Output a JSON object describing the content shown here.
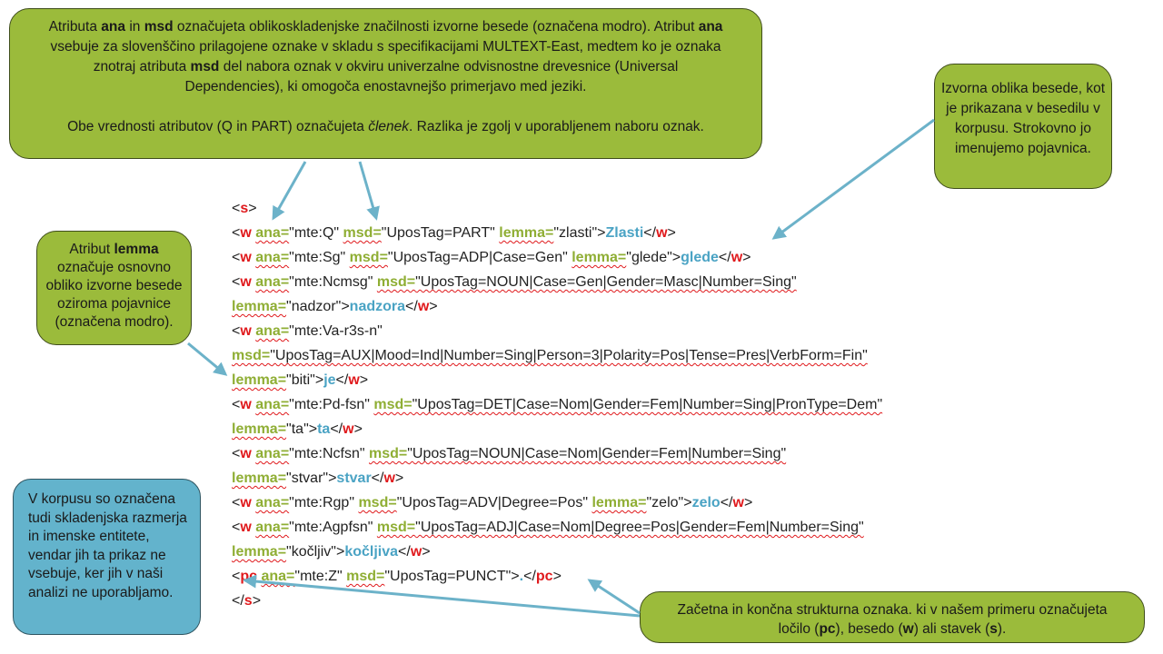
{
  "top_note": {
    "p1": [
      {
        "t": "Atributa ",
        "b": false
      },
      {
        "t": "ana",
        "b": true
      },
      {
        "t": " in ",
        "b": false
      },
      {
        "t": "msd",
        "b": true
      },
      {
        "t": " označujeta oblikoskladenjske značilnosti izvorne besede (označena modro). Atribut ",
        "b": false
      },
      {
        "t": "ana",
        "b": true
      },
      {
        "t": " vsebuje za slovenščino prilagojene oznake v skladu s specifikacijami MULTEXT-East, medtem ko je oznaka znotraj atributa ",
        "b": false
      },
      {
        "t": "msd",
        "b": true
      },
      {
        "t": " del nabora oznak v okviru univerzalne odvisnostne drevesnice (Universal Dependencies), ki omogoča enostavnejšo primerjavo med jeziki.",
        "b": false
      }
    ],
    "p2_before": "Obe vrednosti atributov (Q in PART) označujeta ",
    "p2_italic": "člen",
    "p2_italic2": "ek",
    "p2_after": ". Razlika je zgolj v uporabljenem naboru oznak."
  },
  "right_note": "Izvorna oblika besede, kot je prikazana v besedilu v korpusu. Strokovno jo imenujemo pojavnica.",
  "left_note": {
    "before": "Atribut ",
    "bold": "lemma",
    "after": " označuje osnovno obliko izvorne besede oziroma pojavnice (označena modro)."
  },
  "blue_note": "V korpusu so označena tudi skladenjska razmerja in imenske entitete, vendar jih ta prikaz ne vsebuje, ker jih v naši analizi ne uporabljamo.",
  "bottom_note": {
    "line1": "Začetna in končna strukturna oznaka. ki v našem primeru označujeta",
    "l2a": "ločilo (",
    "pc": "pc",
    "l2b": "), besedo (",
    "w": "w",
    "l2c": ") ali stavek (",
    "s": "s",
    "l2d": ")."
  },
  "code_lines": [
    [
      [
        "p",
        "<"
      ],
      [
        "t",
        "s"
      ],
      [
        "p",
        ">"
      ]
    ],
    [
      [
        "p",
        "<"
      ],
      [
        "t",
        "w"
      ],
      [
        "p",
        " "
      ],
      [
        "a",
        "ana="
      ],
      [
        "v",
        "\"mte:Q\" "
      ],
      [
        "a",
        "msd="
      ],
      [
        "v",
        "\"UposTag=PART\" "
      ],
      [
        "a",
        "lemma="
      ],
      [
        "v",
        "\"zlasti\">"
      ],
      [
        "w",
        "Zlasti"
      ],
      [
        "p",
        "</"
      ],
      [
        "t",
        "w"
      ],
      [
        "p",
        ">"
      ]
    ],
    [
      [
        "p",
        "<"
      ],
      [
        "t",
        "w"
      ],
      [
        "p",
        " "
      ],
      [
        "a",
        "ana="
      ],
      [
        "v",
        "\"mte:Sg\" "
      ],
      [
        "a",
        "msd="
      ],
      [
        "v",
        "\"UposTag=ADP|Case=Gen\" "
      ],
      [
        "a",
        "lemma="
      ],
      [
        "v",
        "\"glede\">"
      ],
      [
        "w",
        "glede"
      ],
      [
        "p",
        "</"
      ],
      [
        "t",
        "w"
      ],
      [
        "p",
        ">"
      ]
    ],
    [
      [
        "p",
        "<"
      ],
      [
        "t",
        "w"
      ],
      [
        "p",
        " "
      ],
      [
        "a",
        "ana="
      ],
      [
        "v",
        "\"mte:Ncmsg\" "
      ],
      [
        "a",
        "msd="
      ],
      [
        "q",
        "\"UposTag=NOUN|Case=Gen|Gender=Masc|Number=Sing\""
      ]
    ],
    [
      [
        "a",
        "lemma="
      ],
      [
        "v",
        "\"nadzor\">"
      ],
      [
        "w",
        "nadzora"
      ],
      [
        "p",
        "</"
      ],
      [
        "t",
        "w"
      ],
      [
        "p",
        ">"
      ]
    ],
    [
      [
        "p",
        "<"
      ],
      [
        "t",
        "w"
      ],
      [
        "p",
        " "
      ],
      [
        "a",
        "ana="
      ],
      [
        "v",
        "\"mte:Va-r3s-n\""
      ]
    ],
    [
      [
        "a",
        "msd="
      ],
      [
        "q",
        "\"UposTag=AUX|Mood=Ind|Number=Sing|Person=3|Polarity=Pos|Tense=Pres|VerbForm=Fin\""
      ]
    ],
    [
      [
        "a",
        "lemma="
      ],
      [
        "v",
        "\"biti\">"
      ],
      [
        "w",
        "je"
      ],
      [
        "p",
        "</"
      ],
      [
        "t",
        "w"
      ],
      [
        "p",
        ">"
      ]
    ],
    [
      [
        "p",
        "<"
      ],
      [
        "t",
        "w"
      ],
      [
        "p",
        " "
      ],
      [
        "a",
        "ana="
      ],
      [
        "v",
        "\"mte:Pd-fsn\" "
      ],
      [
        "a",
        "msd="
      ],
      [
        "q",
        "\"UposTag=DET|Case=Nom|Gender=Fem|Number=Sing|PronType=Dem\""
      ]
    ],
    [
      [
        "a",
        "lemma="
      ],
      [
        "v",
        "\"ta\">"
      ],
      [
        "w",
        "ta"
      ],
      [
        "p",
        "</"
      ],
      [
        "t",
        "w"
      ],
      [
        "p",
        ">"
      ]
    ],
    [
      [
        "p",
        "<"
      ],
      [
        "t",
        "w"
      ],
      [
        "p",
        " "
      ],
      [
        "a",
        "ana="
      ],
      [
        "v",
        "\"mte:Ncfsn\" "
      ],
      [
        "a",
        "msd="
      ],
      [
        "q",
        "\"UposTag=NOUN|Case=Nom|Gender=Fem|Number=Sing\""
      ]
    ],
    [
      [
        "a",
        "lemma="
      ],
      [
        "v",
        "\"stvar\">"
      ],
      [
        "w",
        "stvar"
      ],
      [
        "p",
        "</"
      ],
      [
        "t",
        "w"
      ],
      [
        "p",
        ">"
      ]
    ],
    [
      [
        "p",
        "<"
      ],
      [
        "t",
        "w"
      ],
      [
        "p",
        " "
      ],
      [
        "a",
        "ana="
      ],
      [
        "v",
        "\"mte:Rgp\" "
      ],
      [
        "a",
        "msd="
      ],
      [
        "v",
        "\"UposTag=ADV|Degree=Pos\" "
      ],
      [
        "a",
        "lemma="
      ],
      [
        "v",
        "\"zelo\">"
      ],
      [
        "w",
        "zelo"
      ],
      [
        "p",
        "</"
      ],
      [
        "t",
        "w"
      ],
      [
        "p",
        ">"
      ]
    ],
    [
      [
        "p",
        "<"
      ],
      [
        "t",
        "w"
      ],
      [
        "p",
        " "
      ],
      [
        "a",
        "ana="
      ],
      [
        "v",
        "\"mte:Agpfsn\" "
      ],
      [
        "a",
        "msd="
      ],
      [
        "q",
        "\"UposTag=ADJ|Case=Nom|Degree=Pos|Gender=Fem|Number=Sing\""
      ]
    ],
    [
      [
        "a",
        "lemma="
      ],
      [
        "v",
        "\"kočljiv\">"
      ],
      [
        "w",
        "kočljiva"
      ],
      [
        "p",
        "</"
      ],
      [
        "t",
        "w"
      ],
      [
        "p",
        ">"
      ]
    ],
    [
      [
        "p",
        "<"
      ],
      [
        "t",
        "pc"
      ],
      [
        "p",
        " "
      ],
      [
        "a",
        "ana="
      ],
      [
        "v",
        "\"mte:Z\" "
      ],
      [
        "a",
        "msd="
      ],
      [
        "v",
        "\"UposTag=PUNCT\">"
      ],
      [
        "w",
        "."
      ],
      [
        "p",
        "</"
      ],
      [
        "t",
        "pc"
      ],
      [
        "p",
        ">"
      ]
    ],
    [
      [
        "p",
        "</"
      ],
      [
        "t",
        "s"
      ],
      [
        "p",
        ">"
      ]
    ]
  ],
  "colors": {
    "green_box": "#9bbb3b",
    "blue_box": "#63b3cc",
    "tag": "#e0191c",
    "attr": "#8fae34",
    "word": "#4aa3c4",
    "arrow": "#6cb2c9"
  }
}
